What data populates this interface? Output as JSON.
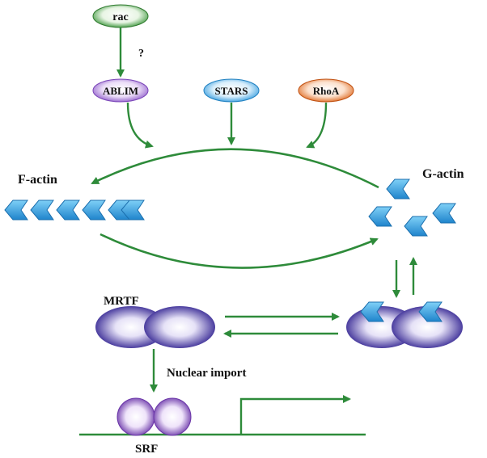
{
  "colors": {
    "arrow": "#2e8b3a",
    "rac": "#3a9a3a",
    "ablim": "#9966cc",
    "stars": "#3aa0e0",
    "rhoa": "#e06a1e",
    "actin": "#2a9ee0",
    "mrtf": "#3a2a9a",
    "srf": "#6a3aaa"
  },
  "nodes": {
    "rac": "rac",
    "ablim": "ABLIM",
    "stars": "STARS",
    "rhoa": "RhoA"
  },
  "labels": {
    "question": "?",
    "f_actin": "F-actin",
    "g_actin": "G-actin",
    "mrtf": "MRTF",
    "nuclear_import": "Nuclear import",
    "srf": "SRF"
  }
}
